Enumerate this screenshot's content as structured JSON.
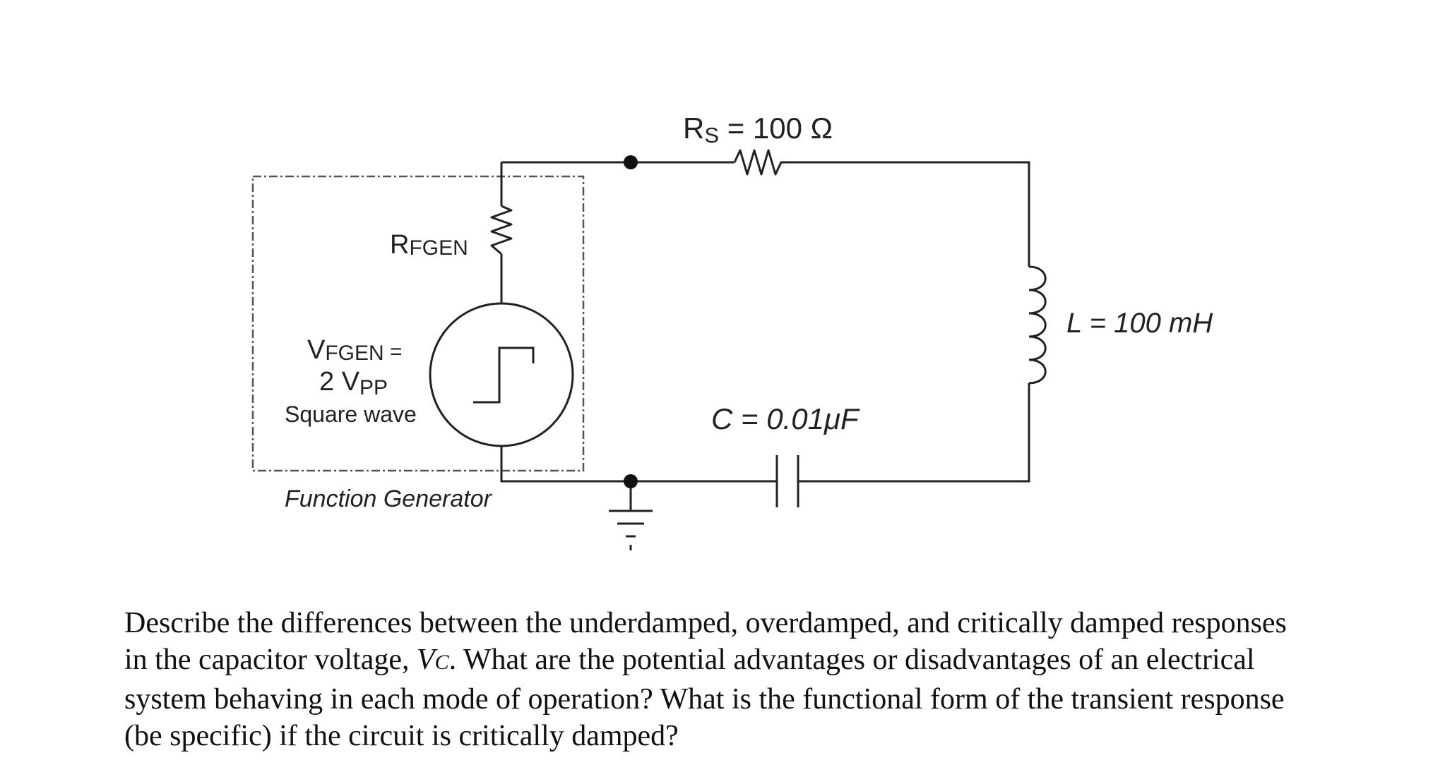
{
  "circuit": {
    "rs_sym": "R",
    "rs_sub": "S",
    "rs_value": " = 100 Ω",
    "rfgen_sym": "R",
    "rfgen_sub": "FGEN",
    "vfgen_sym": "V",
    "vfgen_sub": "FGEN",
    "vfgen_eq": " =",
    "vpp_num": "2 V",
    "vpp_sub": "PP",
    "square_wave": "Square wave",
    "function_generator": "Function Generator",
    "inductor": "L = 100 mH",
    "capacitor": "C = 0.01μF"
  },
  "question": {
    "line1": "Describe the differences between the underdamped, overdamped, and critically damped responses",
    "line2_pre": "in the capacitor voltage, ",
    "line2_sym": "V",
    "line2_sub": "C",
    "line2_post": ". What are the potential advantages or disadvantages of an electrical",
    "line3": "system behaving in each mode of operation? What is the functional form of the transient response",
    "line4": "(be specific) if the circuit is critically damped?"
  }
}
